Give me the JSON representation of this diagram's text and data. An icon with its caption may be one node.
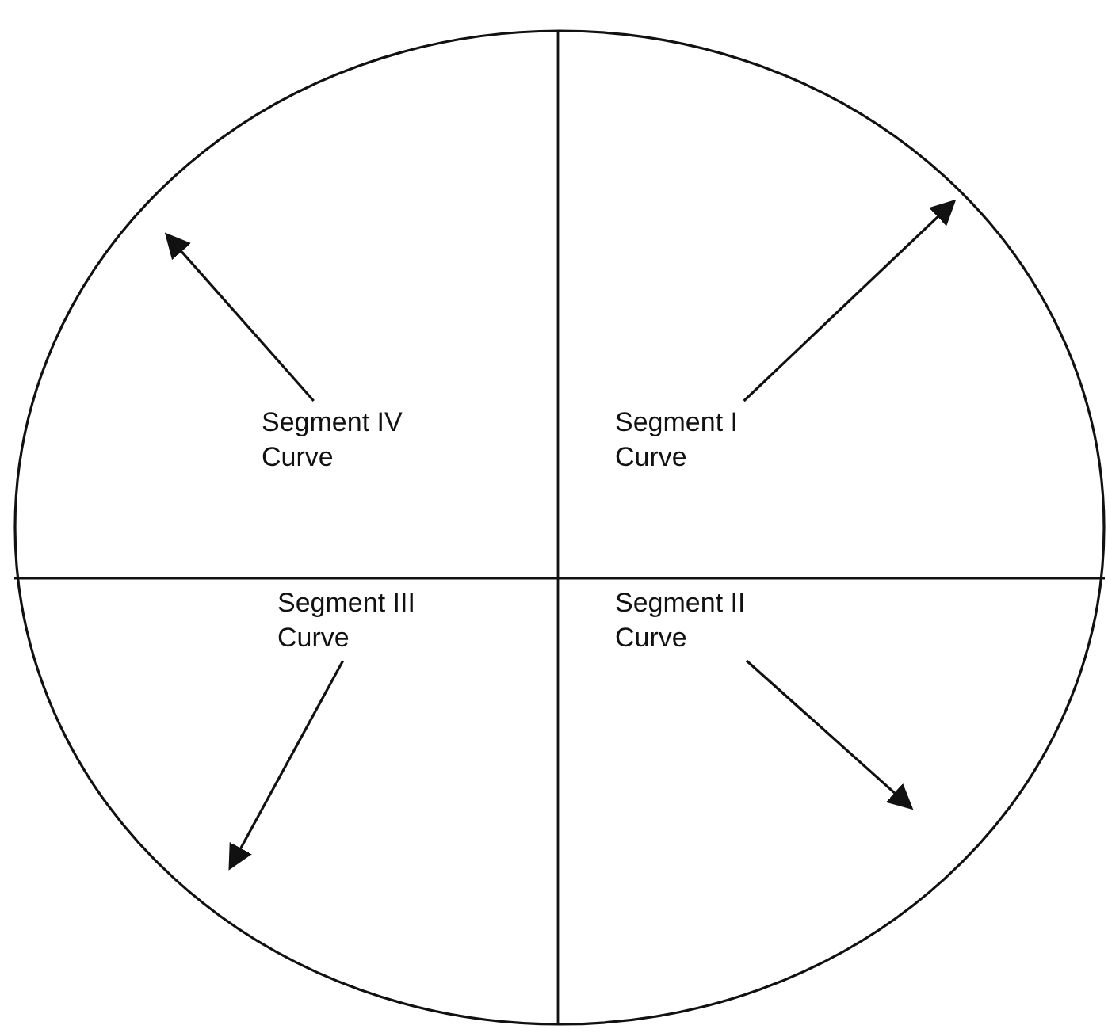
{
  "diagram": {
    "nodes": [
      {
        "text": [],
        "shape": "circle"
      },
      {
        "text": [
          "Segment IV Curve"
        ],
        "in": 0
      },
      {
        "text": [
          "Segment I Curve"
        ],
        "in": 0
      },
      {
        "text": [
          "Segment III Curve"
        ],
        "in": 0
      },
      {
        "text": [
          "Segment II Curve"
        ],
        "in": 0
      }
    ],
    "edges": [
      {
        "from": 1,
        "to": null,
        "arrow": "to"
      },
      {
        "from": 2,
        "to": null,
        "arrow": "to"
      },
      {
        "from": 3,
        "to": null,
        "arrow": "to"
      },
      {
        "from": 4,
        "to": null,
        "arrow": "to"
      }
    ]
  }
}
